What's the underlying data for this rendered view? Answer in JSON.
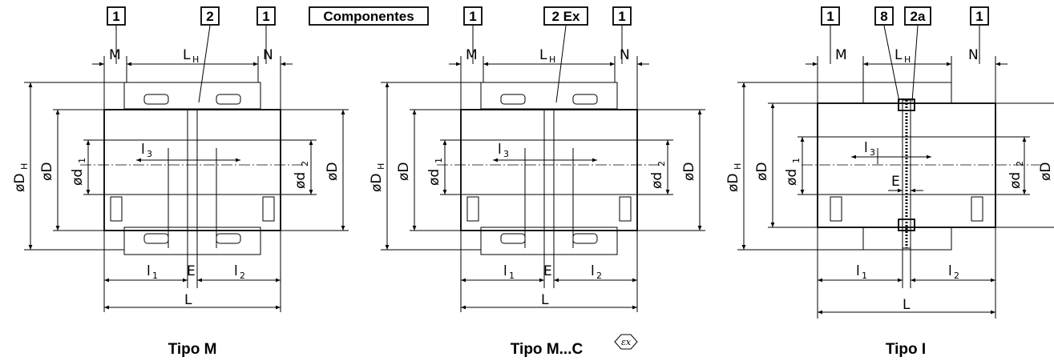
{
  "labels": {
    "box_1": "1",
    "box_2": "2",
    "box_2ex": "2 Ex",
    "box_2a": "2a",
    "box_8": "8",
    "componentes": "Componentes"
  },
  "dimensions": {
    "M": "M",
    "N": "N",
    "L": "L",
    "E": "E",
    "L_H": "L",
    "L_H_sub": "H",
    "D_H": "øD",
    "D_H_sub": "H",
    "D": "øD",
    "d": "ød",
    "sub_1": "1",
    "sub_2": "2",
    "sub_3": "3",
    "l": "l"
  },
  "captions": {
    "tipo_m": "Tipo M",
    "tipo_mc": "Tipo M...C",
    "tipo_i": "Tipo I"
  },
  "ex_symbol": "εx",
  "colors": {
    "line": "#000000",
    "background": "#ffffff"
  }
}
